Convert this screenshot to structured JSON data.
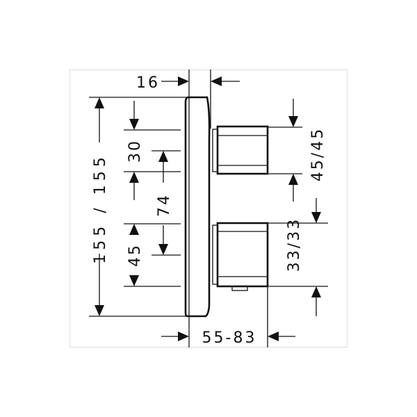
{
  "drawing": {
    "dimensions": {
      "top_width": "16",
      "total_height": "155 / 155",
      "top_to_upper": "30",
      "between_centers": "74",
      "lower_to_bottom": "45",
      "upper_cartridge": "45/45",
      "lower_cartridge": "33/33",
      "depth": "55-83"
    }
  }
}
